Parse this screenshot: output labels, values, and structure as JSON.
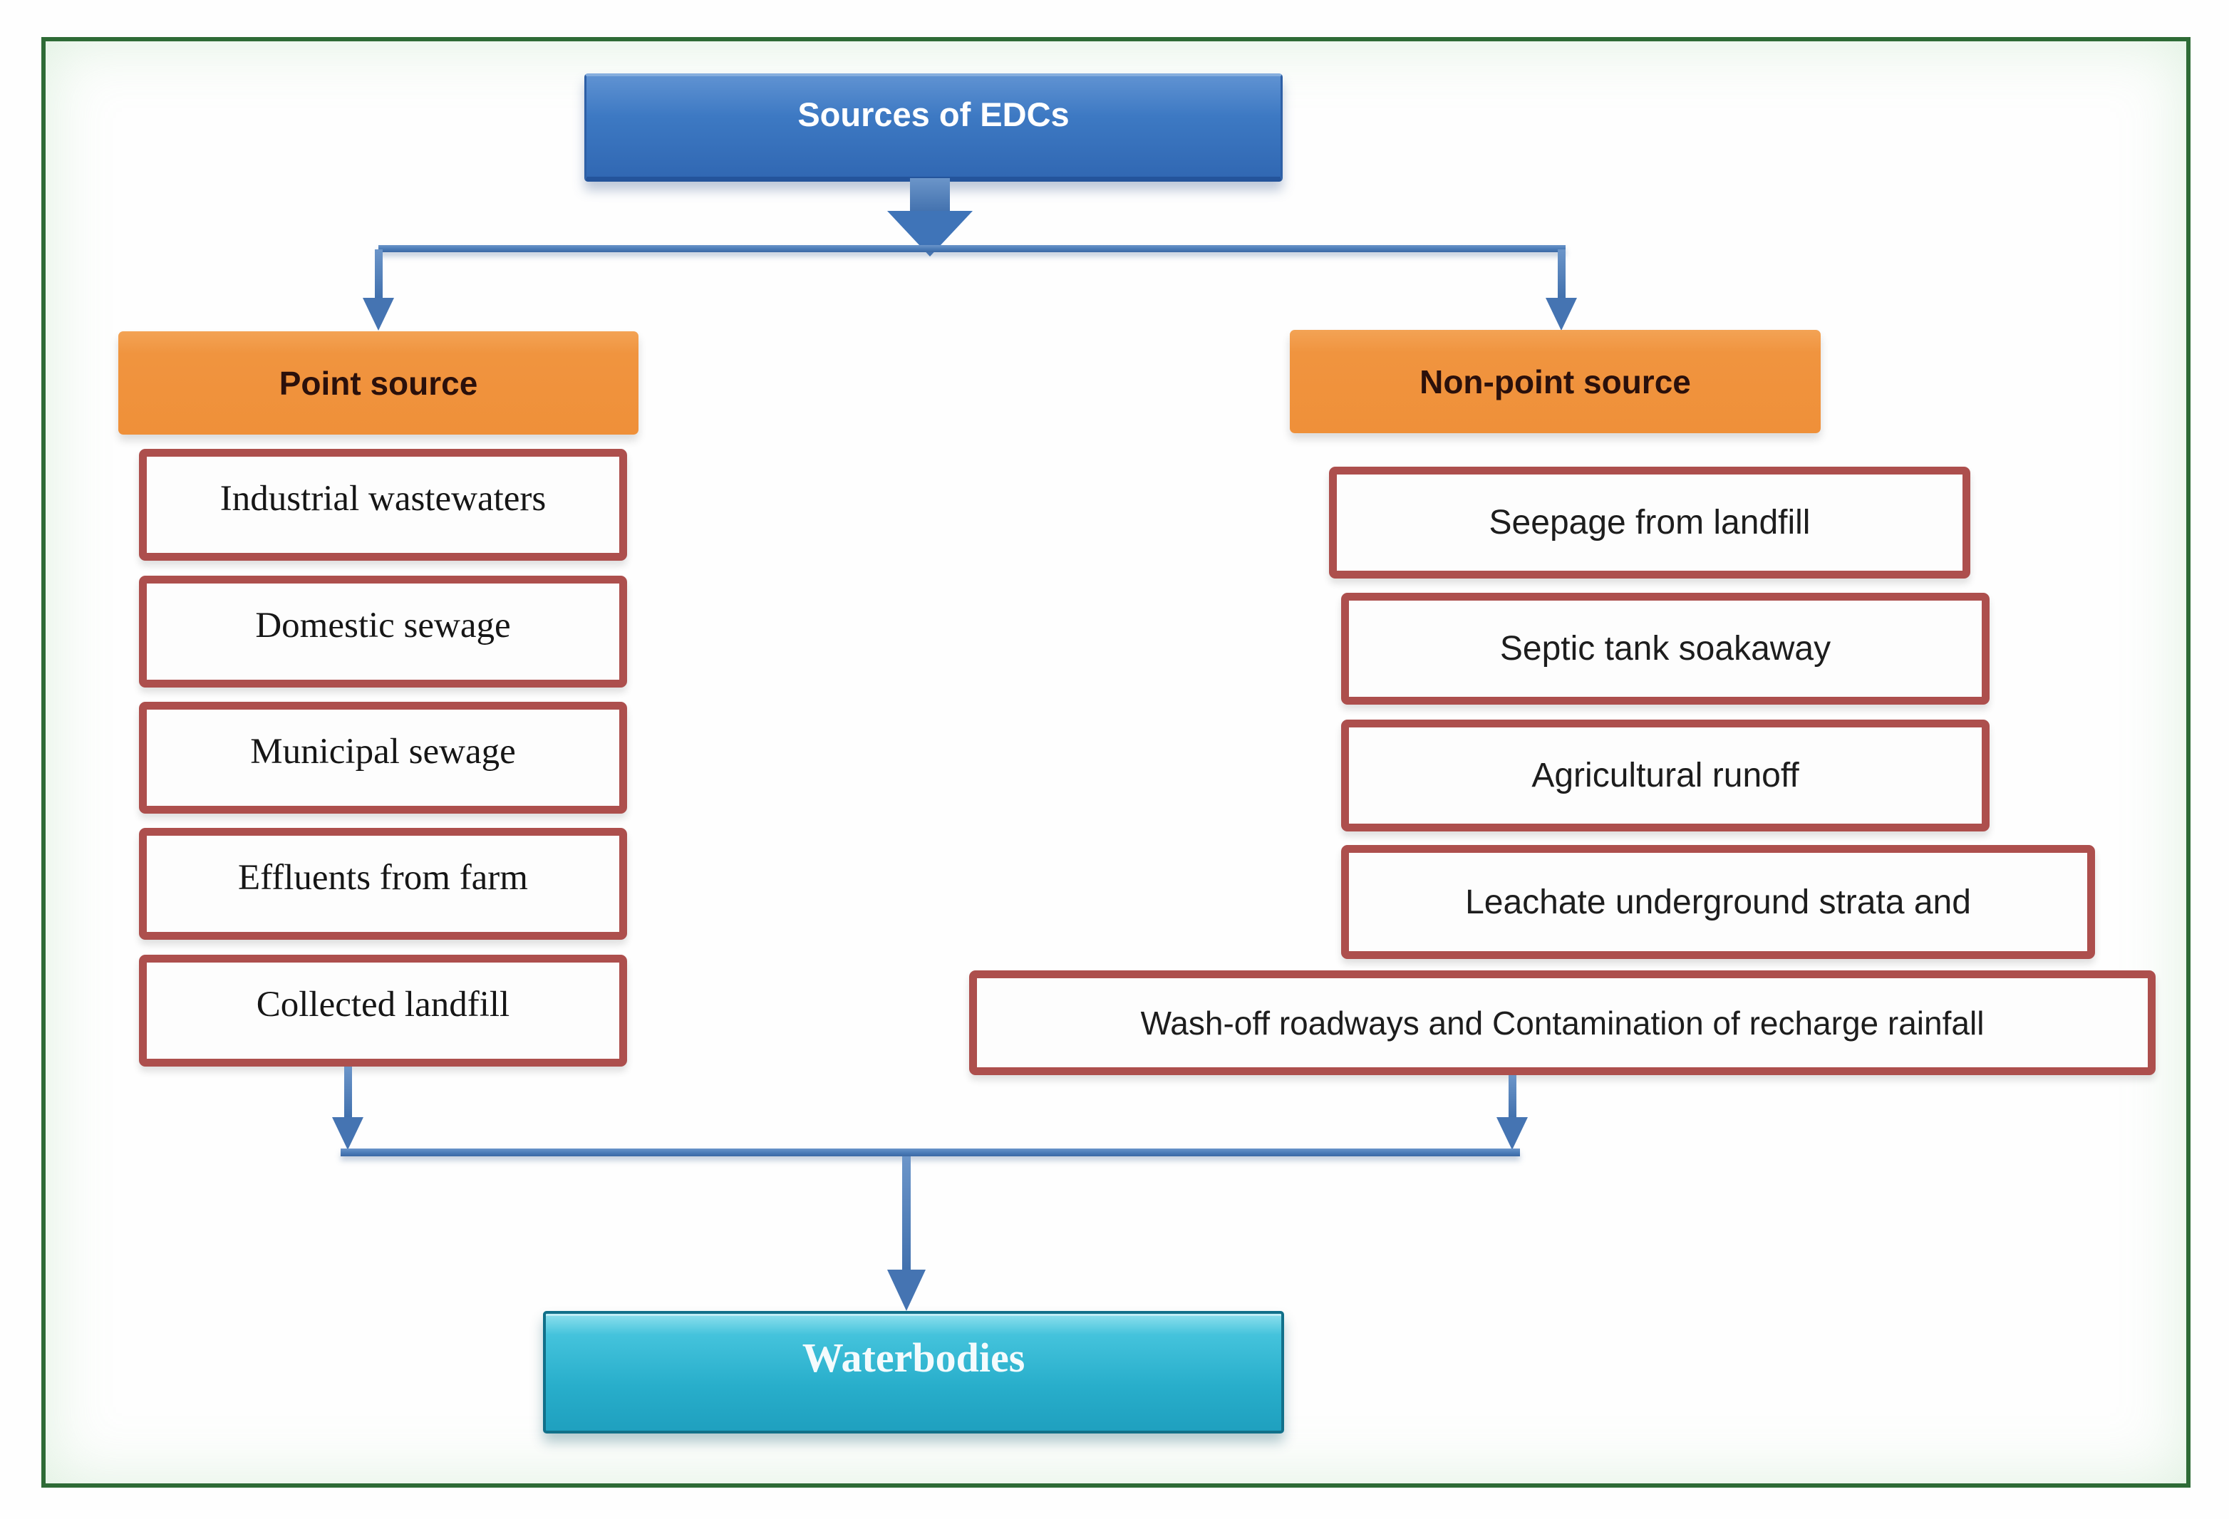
{
  "root_box": {
    "label": "Sources of EDCs"
  },
  "left_branch": {
    "header_label": "Point source",
    "items": [
      "Industrial wastewaters",
      "Domestic sewage",
      "Municipal sewage",
      "Effluents from farm",
      "Collected landfill"
    ]
  },
  "right_branch": {
    "header_label": "Non-point source",
    "items": [
      "Seepage from landfill",
      "Septic tank soakaway",
      "Agricultural runoff",
      "Leachate underground strata and",
      "Wash-off roadways and Contamination of recharge rainfall"
    ]
  },
  "sink_box": {
    "label": "Waterbodies"
  },
  "colors": {
    "frame_green": "#2e6b36",
    "root_blue": "#3a76c0",
    "header_orange": "#f0943f",
    "item_border_red": "#ad4f4d",
    "connector_blue": "#4a7bb7",
    "sink_cyan": "#28aecb"
  }
}
